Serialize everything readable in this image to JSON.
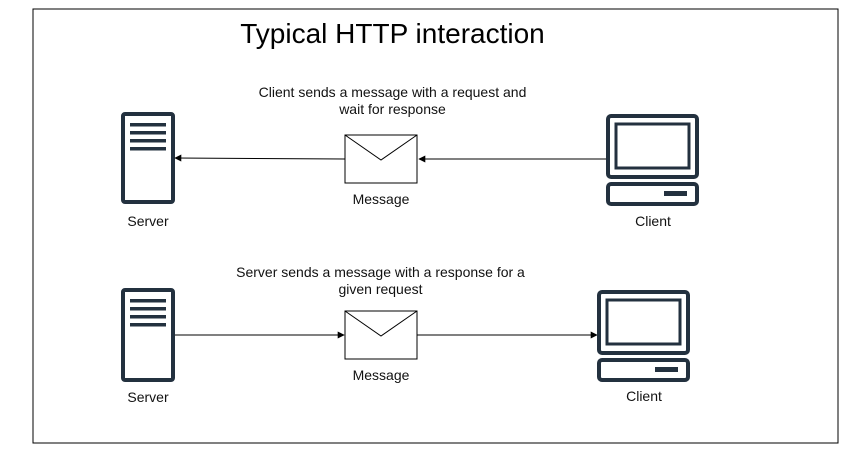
{
  "title": "Typical HTTP interaction",
  "colors": {
    "stroke": "#23313f",
    "line": "#000000",
    "frame": "#000000"
  },
  "request": {
    "caption_line1": "Client sends a message with a request and",
    "caption_line2": "wait for response",
    "message_label": "Message",
    "server_label": "Server",
    "client_label": "Client"
  },
  "response": {
    "caption_line1": "Server sends a message with a response for a",
    "caption_line2": "given request",
    "message_label": "Message",
    "server_label": "Server",
    "client_label": "Client"
  }
}
